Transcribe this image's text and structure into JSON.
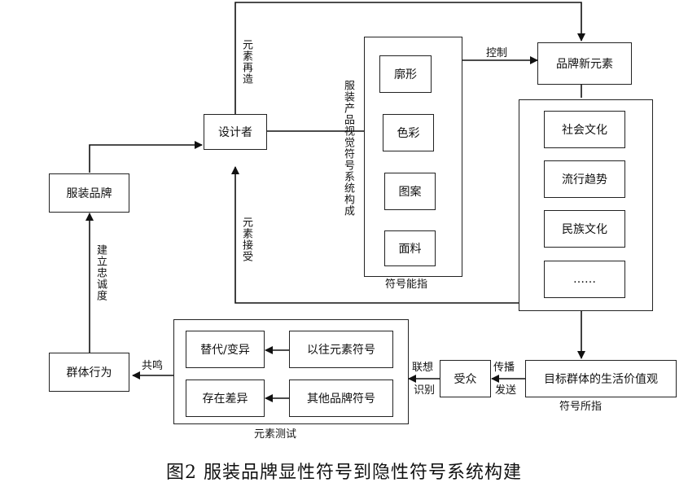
{
  "nodes": {
    "designer": "设计者",
    "apparel_brand": "服装品牌",
    "group_behavior": "群体行为",
    "brand_new_element": "品牌新元素",
    "target_group_values": "目标群体的生活价值观",
    "audience": "受众",
    "replace_variant": "替代/变异",
    "previous_element_symbols": "以往元素符号",
    "existing_difference": "存在差异",
    "other_brand_symbols": "其他品牌符号",
    "signifier_items": [
      "廓形",
      "色彩",
      "图案",
      "面料"
    ],
    "signified_items": [
      "社会文化",
      "流行趋势",
      "民族文化",
      "……"
    ]
  },
  "group_labels": {
    "signifier": "符号能指",
    "signified": "符号所指",
    "element_test": "元素测试",
    "visual_symbol_system": "服装产品视觉符号系统构成"
  },
  "edge_labels": {
    "element_recreation": "元素再造",
    "element_acceptance": "元素接受",
    "control": "控制",
    "build_loyalty": "建立忠诚度",
    "resonance": "共鸣",
    "association": "联想",
    "recognition": "识别",
    "spread": "传播",
    "send": "发送"
  },
  "caption": "图2   服装品牌显性符号到隐性符号系统构建"
}
